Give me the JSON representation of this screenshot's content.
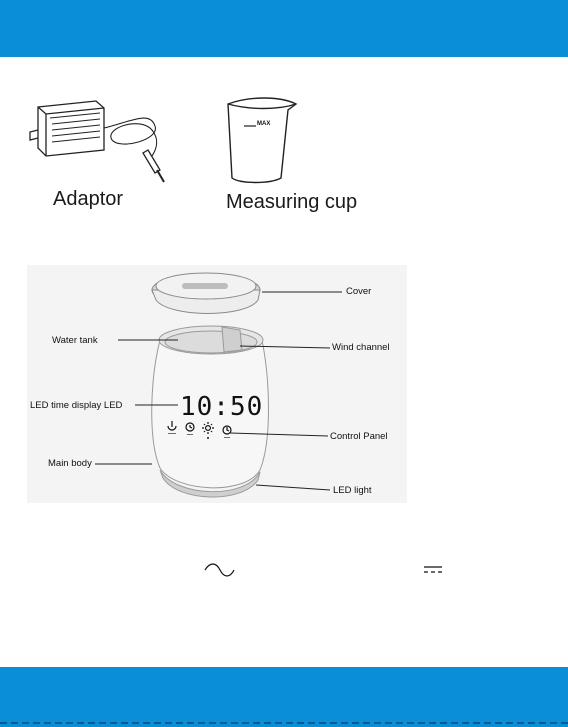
{
  "accessories": {
    "adaptor_caption": "Adaptor",
    "cup_caption": "Measuring cup",
    "cup_mark": "MAX"
  },
  "diagram": {
    "display_time": "10:50",
    "labels": {
      "cover": "Cover",
      "water_tank": "Water tank",
      "wind_channel": "Wind channel",
      "led_time_display": "LED time display LED",
      "control_panel": "Control Panel",
      "main_body": "Main body",
      "led_light": "LED light"
    },
    "control_icons": [
      "power-icon",
      "alarm-clock-icon",
      "brightness-icon",
      "timer-icon"
    ]
  },
  "symbols": [
    "ac-symbol",
    "dc-symbol"
  ],
  "colors": {
    "band": "#0a8fd6"
  }
}
